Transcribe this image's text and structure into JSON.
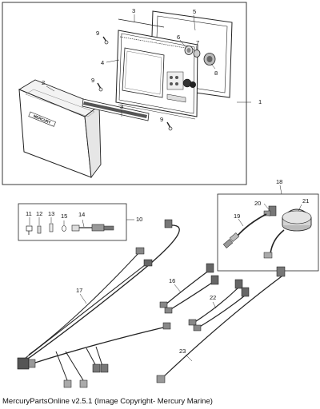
{
  "callouts": {
    "c1": "1",
    "c2": "2",
    "c3a": "3",
    "c3b": "3",
    "c4": "4",
    "c5": "5",
    "c6": "6",
    "c7": "7",
    "c8": "8",
    "c9a": "9",
    "c9b": "9",
    "c9c": "9",
    "c10": "10",
    "c11": "11",
    "c12": "12",
    "c13": "13",
    "c14": "14",
    "c15": "15",
    "c16": "16",
    "c17": "17",
    "c18": "18",
    "c19": "19",
    "c20": "20",
    "c21": "21",
    "c22": "22",
    "c23": "23"
  },
  "cover_logo": "MERCURY",
  "caption": "MercuryPartsOnline v2.5.1 (Image Copyright- Mercury Marine)"
}
